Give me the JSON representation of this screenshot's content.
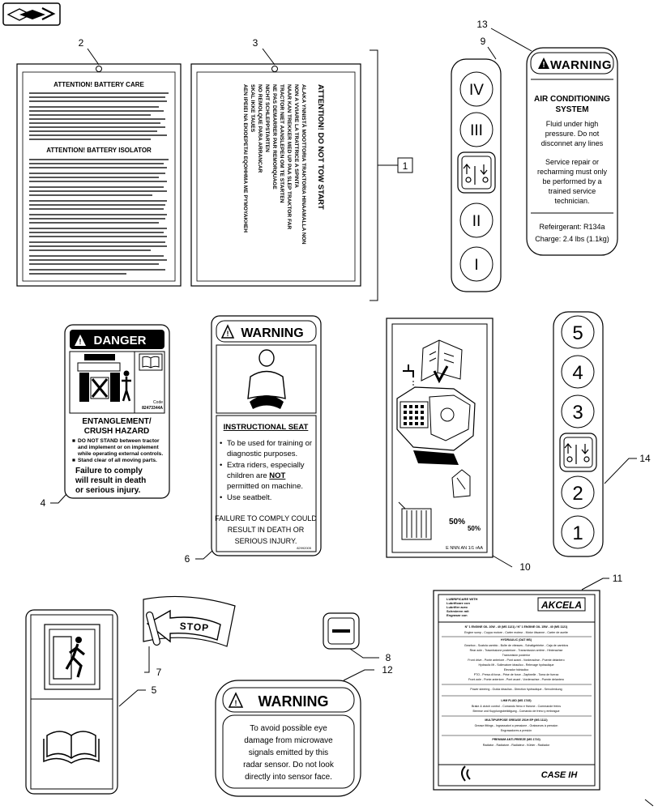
{
  "callouts": {
    "c1": "1",
    "c2": "2",
    "c3": "3",
    "c4": "4",
    "c5": "5",
    "c6": "6",
    "c7": "7",
    "c8": "8",
    "c9": "9",
    "c10": "10",
    "c11": "11",
    "c12": "12",
    "c13": "13",
    "c14": "14"
  },
  "battery_decal": {
    "title_care": "ATTENTION! BATTERY CARE",
    "title_isolator": "ATTENTION! BATTERY ISOLATOR"
  },
  "tow_decal": {
    "lines": [
      "ATTENTION! DO NOT TOW START",
      "ALAKA YNNISTÄ MOOTTORIA TRAKTORIA HINAAMALLA NON",
      "NON A VVIARE LA TRATTRICE A SPINTA",
      "NAAR KAN TREKKER MED UP PAA SLEP TRAKTOR FAR",
      "TRACTOR NIET AANSLEPEN OM TE STARTEN",
      "NE PAS DEMARRER PAR REMORQUAGE",
      "NICHT SCHLEPPSTARTEN",
      "NO REMOLQUE PARA ARRANCAR",
      "SKAL IKKE TAUES",
      "AEN IPEIEI NA EKIOEPETAI EQOHHMA ME PYMOYAKHEH"
    ]
  },
  "ac_warning": {
    "header": "WARNING",
    "title1": "AIR CONDITIONING",
    "title2": "SYSTEM",
    "p1": [
      "Fluid under high",
      "pressure. Do not",
      "disconnet any lines"
    ],
    "p2": [
      "Service repair or",
      "recharming must only",
      "be performed by a",
      "trained service",
      "technician."
    ],
    "refrigerant": "Refeirgerant: R134a",
    "charge": "Charge: 2.4 lbs (1.1kg)"
  },
  "gear_range": {
    "labels": [
      "IV",
      "III",
      "II",
      "I"
    ]
  },
  "danger_decal": {
    "header": "DANGER",
    "code": "Code",
    "code_no": "82473344A",
    "title1": "ENTANGLEMENT/",
    "title2": "CRUSH HAZARD",
    "b1": [
      "DO NOT STAND between tractor",
      "and implement or on implement",
      "while operating external controls."
    ],
    "b2": "Stand clear of all moving parts.",
    "fail": [
      "Failure to comply",
      "will result in death",
      "or serious injury."
    ]
  },
  "seat_warning": {
    "header": "WARNING",
    "title": "INSTRUCTIONAL SEAT",
    "b1": [
      "To be used for training or",
      "diagnostic purposes."
    ],
    "b2": [
      "Extra riders, especially",
      "children are ",
      "NOT"
    ],
    "b2b": "permitted on machine.",
    "b3": "Use seatbelt.",
    "fail": [
      "FAILURE TO COMPLY COULD",
      "RESULT IN DEATH OR",
      "SERIOUS INJURY."
    ],
    "code": "82992005"
  },
  "service_decal": {
    "pct1": "50%",
    "pct2": "50%",
    "code": "E NNN AN 1/1 rAA"
  },
  "gear_numbers": {
    "labels": [
      "5",
      "4",
      "3",
      "2",
      "1"
    ]
  },
  "stop_decal": {
    "text": "STOP"
  },
  "radar_warning": {
    "header": "WARNING",
    "lines": [
      "To avoid possible eye",
      "damage from microwave",
      "signals emitted by this",
      "radar sensor. Do not look",
      "directly into sensor face."
    ]
  },
  "lubricant_decal": {
    "brand": "AKCELA",
    "logo": "CASE IH",
    "left_header": [
      "LUBRIFICARE WITH",
      "Lubrificare con",
      "Lubrifier avec",
      "Schmieren mit",
      "Engrasar con"
    ],
    "rows": [
      "N° 1 ENGINE OIL 10W - 40 (MS 1121) / N° 1 ENGINE OIL 15W - 40 (MS 1121)",
      "Engine sump - Coppa motore - Carter moteur - Motor ölwanne - Carter de aceite",
      "HYDRAULIC (DAT MS)",
      "Gearbox - Scatola cambio - Boîte de vitesses - Schaltgetriebe - Caja de cambios",
      "Rear axle - Trasmissione posteriore - Transmission arrière - Hinterachse",
      "Transmisión posterior",
      "Front drive - Ponte anteriore - Pont avant - Vorderachse - Puente delantero",
      "Hydraulic lift - Sollevatore idraulico - Relevage hydraulique",
      "Elevador hidráulico",
      "PTO - Presa di forza - Prise de force - Zapfwelle - Toma de fuerza",
      "Front axle - Ponte anteriore - Pont avant - Vorderachse - Puente delantero",
      "Power steering - Guida idraulica - Direction hydraulique - Servolenkung",
      "LHM FLUID (MS 1745)",
      "Brake & clutch control - Comando freno e frizione - Commande freins",
      "Bremse und Kupplungsbetätigung - Comando de freno y embrague",
      "MULTIPURPOSE GREASE 251H EP (MS 1112)",
      "Grease fittings - Ingrassatori a pressione - Graisseurs à pression",
      "Engrasadores a presión",
      "PREMIUM ANTI-FREEZE (MS 1710)",
      "Radiator - Radiatore - Radiateur - Kühler - Radiador"
    ]
  }
}
